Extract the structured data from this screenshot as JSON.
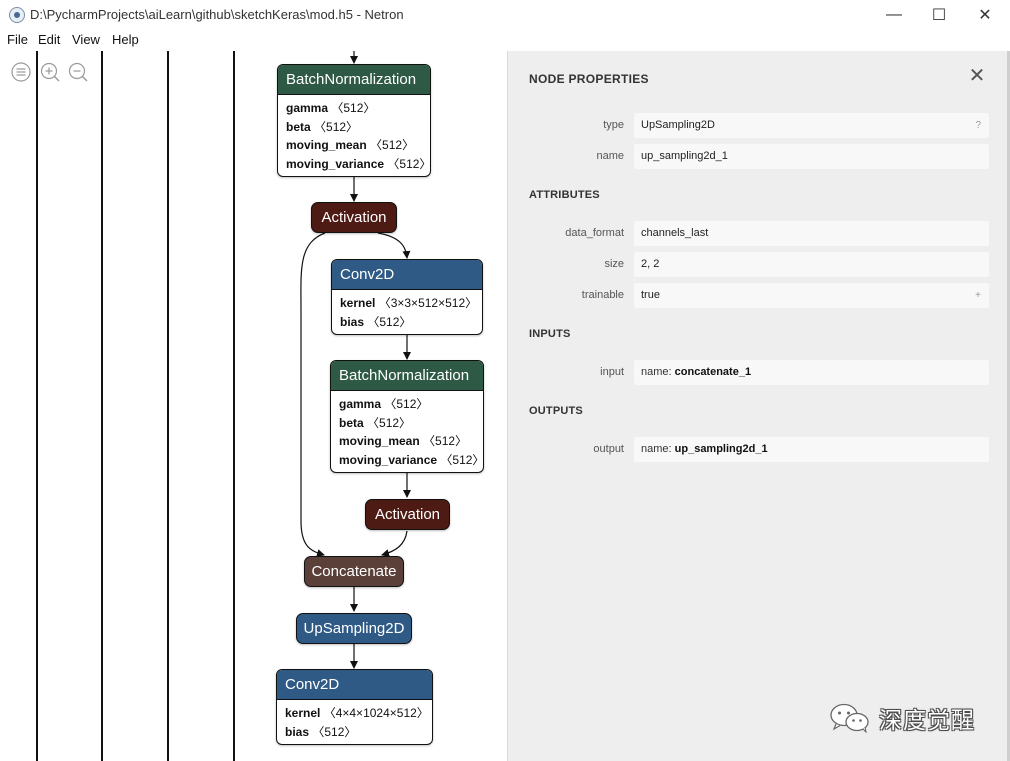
{
  "window": {
    "title": "D:\\PycharmProjects\\aiLearn\\github\\sketchKeras\\mod.h5 - Netron",
    "controls": {
      "minimize": "—",
      "maximize": "☐",
      "close": "✕"
    }
  },
  "menu": {
    "file": "File",
    "edit": "Edit",
    "view": "View",
    "help": "Help"
  },
  "toolbar": {
    "icons": [
      "list-icon",
      "zoom-in-icon",
      "zoom-out-icon"
    ]
  },
  "graph": {
    "colors": {
      "layer": "#2f5a86",
      "normalization": "#2e5a45",
      "activation": "#4e1a14",
      "merge": "#5a4039"
    },
    "bn1": {
      "title": "BatchNormalization",
      "attrs": [
        {
          "key": "gamma",
          "val": "〈512〉"
        },
        {
          "key": "beta",
          "val": "〈512〉"
        },
        {
          "key": "moving_mean",
          "val": "〈512〉"
        },
        {
          "key": "moving_variance",
          "val": "〈512〉"
        }
      ]
    },
    "act1": {
      "title": "Activation"
    },
    "conv1": {
      "title": "Conv2D",
      "attrs": [
        {
          "key": "kernel",
          "val": "〈3×3×512×512〉"
        },
        {
          "key": "bias",
          "val": "〈512〉"
        }
      ]
    },
    "bn2": {
      "title": "BatchNormalization",
      "attrs": [
        {
          "key": "gamma",
          "val": "〈512〉"
        },
        {
          "key": "beta",
          "val": "〈512〉"
        },
        {
          "key": "moving_mean",
          "val": "〈512〉"
        },
        {
          "key": "moving_variance",
          "val": "〈512〉"
        }
      ]
    },
    "act2": {
      "title": "Activation"
    },
    "concat": {
      "title": "Concatenate"
    },
    "upsample": {
      "title": "UpSampling2D"
    },
    "conv2": {
      "title": "Conv2D",
      "attrs": [
        {
          "key": "kernel",
          "val": "〈4×4×1024×512〉"
        },
        {
          "key": "bias",
          "val": "〈512〉"
        }
      ]
    }
  },
  "panel": {
    "title": "NODE PROPERTIES",
    "close": "✕",
    "props": {
      "type_label": "type",
      "type_value": "UpSampling2D",
      "type_help": "?",
      "name_label": "name",
      "name_value": "up_sampling2d_1"
    },
    "attributes": {
      "heading": "ATTRIBUTES",
      "data_format_label": "data_format",
      "data_format_value": "channels_last",
      "size_label": "size",
      "size_value": "2, 2",
      "trainable_label": "trainable",
      "trainable_value": "true",
      "trainable_expand": "+"
    },
    "inputs": {
      "heading": "INPUTS",
      "input_label": "input",
      "input_prefix": "name:",
      "input_value": "concatenate_1"
    },
    "outputs": {
      "heading": "OUTPUTS",
      "output_label": "output",
      "output_prefix": "name:",
      "output_value": "up_sampling2d_1"
    }
  },
  "watermark": {
    "text": "深度觉醒"
  }
}
